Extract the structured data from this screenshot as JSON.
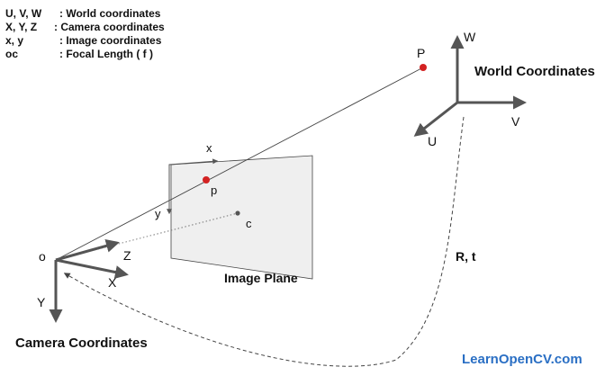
{
  "legend": [
    {
      "key": "U, V, W",
      "value": ": World coordinates"
    },
    {
      "key": "X, Y, Z",
      "value": ": Camera coordinates"
    },
    {
      "key": "x, y",
      "value": ": Image coordinates"
    },
    {
      "key": "oc",
      "value": ": Focal Length ( f )"
    }
  ],
  "world": {
    "title": "World Coordinates",
    "axis_u": "U",
    "axis_v": "V",
    "axis_w": "W",
    "point_label": "P"
  },
  "camera": {
    "title": "Camera Coordinates",
    "origin_label": "o",
    "axis_x": "X",
    "axis_y": "Y",
    "axis_z": "Z"
  },
  "image_plane": {
    "title": "Image Plane",
    "axis_x": "x",
    "axis_y": "y",
    "point_label": "p",
    "center_label": "c"
  },
  "transform_label": "R, t",
  "brand": "LearnOpenCV.com",
  "colors": {
    "point": "#d32222",
    "center": "#555555",
    "plane_fill": "#efefef",
    "axis": "#555555",
    "brand": "#2a6fc4",
    "ray": "#444444"
  }
}
